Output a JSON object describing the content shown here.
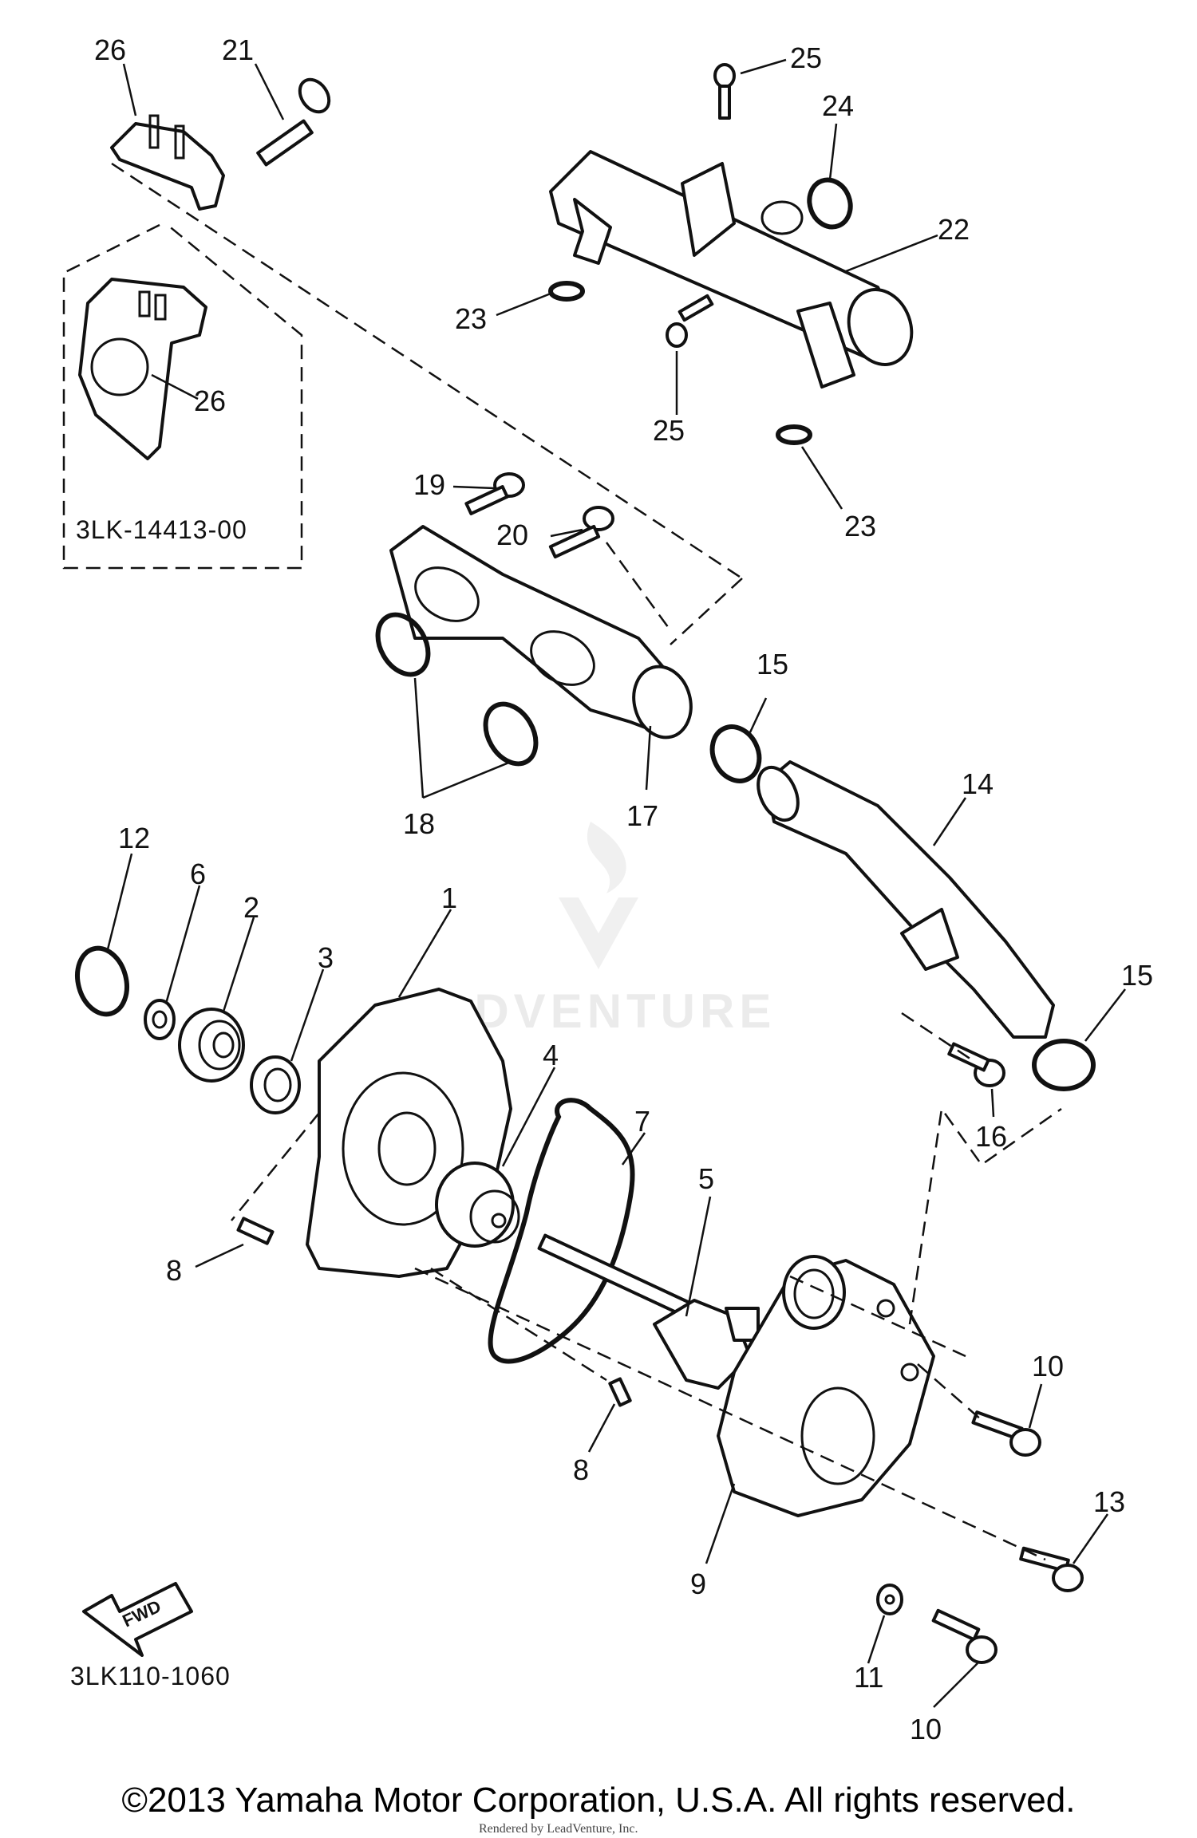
{
  "callouts": {
    "c1": "1",
    "c2": "2",
    "c3": "3",
    "c4": "4",
    "c5": "5",
    "c6": "6",
    "c7": "7",
    "c8a": "8",
    "c8b": "8",
    "c9": "9",
    "c10a": "10",
    "c10b": "10",
    "c11": "11",
    "c12": "12",
    "c13": "13",
    "c14": "14",
    "c15a": "15",
    "c15b": "15",
    "c16": "16",
    "c17": "17",
    "c18": "18",
    "c19": "19",
    "c20": "20",
    "c21": "21",
    "c22": "22",
    "c23a": "23",
    "c23b": "23",
    "c24": "24",
    "c25a": "25",
    "c25b": "25",
    "c26a": "26",
    "c26b": "26"
  },
  "part_code": "3LK-14413-00",
  "diagram_code": "3LK110-1060",
  "fwd_label": "FWD",
  "watermark": "ADVENTURE",
  "copyright": "©2013 Yamaha Motor Corporation, U.S.A. All rights reserved.",
  "fine_print": "Rendered by LeadVenture, Inc."
}
